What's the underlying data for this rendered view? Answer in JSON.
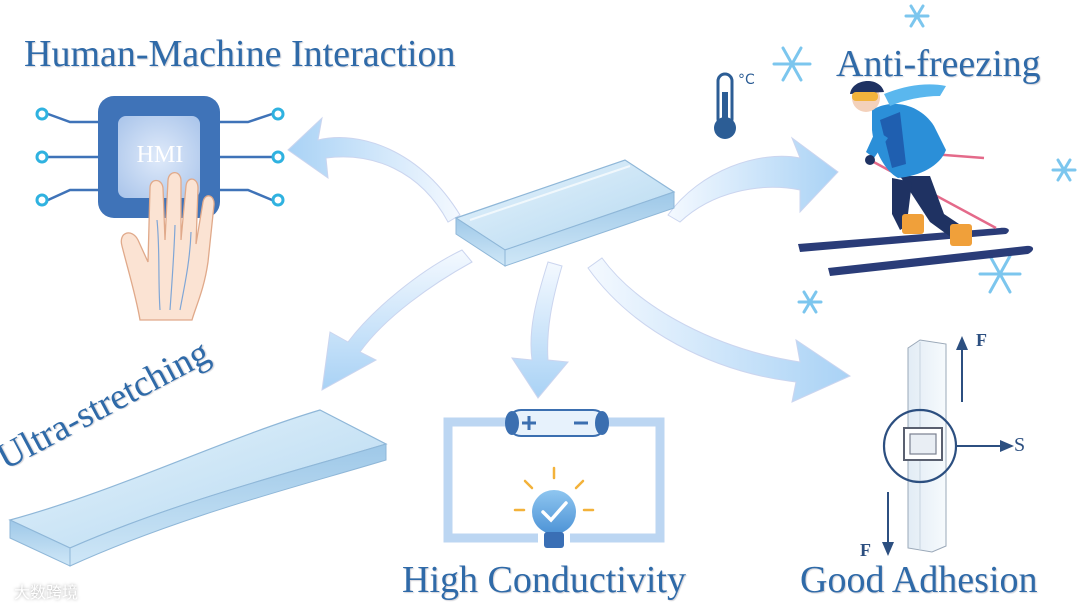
{
  "labels": {
    "hmi": "Human-Machine Interaction",
    "anti_freezing": "Anti-freezing",
    "ultra_stretching": "Ultra-stretching",
    "high_conductivity": "High Conductivity",
    "good_adhesion": "Good Adhesion"
  },
  "hmi_chip_text": "HMI",
  "thermometer_unit": "°C",
  "battery": {
    "plus": "+",
    "minus": "−"
  },
  "adhesion_forces": {
    "top": "F",
    "bottom": "F",
    "shear": "S"
  },
  "watermark": "大数跨境",
  "colors": {
    "label_blue": "#2f6aa8",
    "arrow_light": "#cfe6fb",
    "arrow_deep": "#a9d2f5",
    "chip_blue": "#3f73b8",
    "gel_blue": "#b9dcf3"
  }
}
